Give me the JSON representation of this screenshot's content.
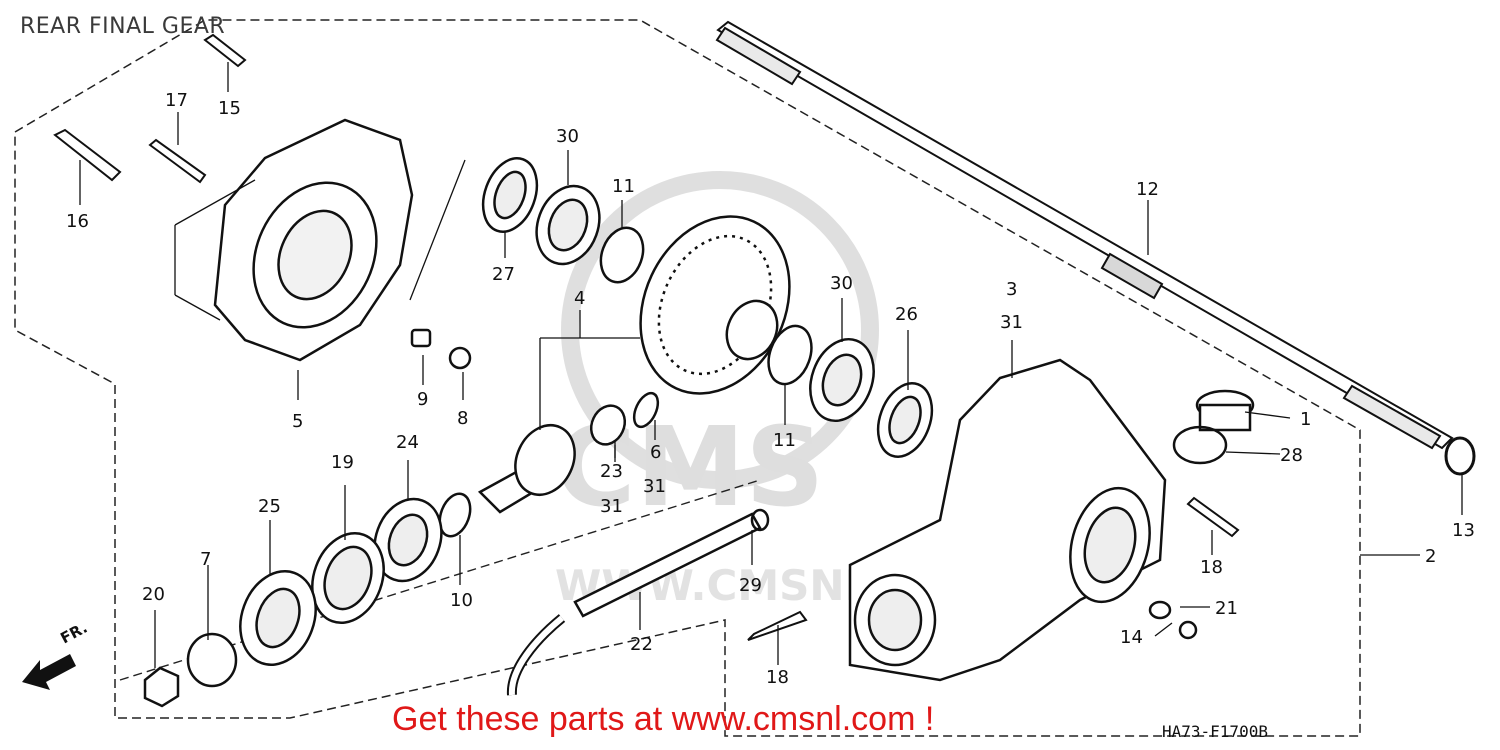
{
  "title": "REAR FINAL GEAR",
  "cta": "Get these parts at www.cmsnl.com !",
  "diagram_code": "HA73-F1700B",
  "direction_label": "FR.",
  "watermark": {
    "brand": "CMS",
    "url": "WWW.CMSNL.COM"
  },
  "colors": {
    "callout_text": "#111111",
    "cta": "#e01818",
    "watermark": "#d9d9d9"
  },
  "callouts": [
    {
      "label": "1"
    },
    {
      "label": "2"
    },
    {
      "label": "3"
    },
    {
      "label": "31"
    },
    {
      "label": "4"
    },
    {
      "label": "5"
    },
    {
      "label": "6"
    },
    {
      "label": "31"
    },
    {
      "label": "7"
    },
    {
      "label": "8"
    },
    {
      "label": "9"
    },
    {
      "label": "10"
    },
    {
      "label": "11"
    },
    {
      "label": "11"
    },
    {
      "label": "12"
    },
    {
      "label": "13"
    },
    {
      "label": "14"
    },
    {
      "label": "15"
    },
    {
      "label": "16"
    },
    {
      "label": "17"
    },
    {
      "label": "18"
    },
    {
      "label": "18"
    },
    {
      "label": "19"
    },
    {
      "label": "20"
    },
    {
      "label": "21"
    },
    {
      "label": "22"
    },
    {
      "label": "23"
    },
    {
      "label": "31"
    },
    {
      "label": "24"
    },
    {
      "label": "25"
    },
    {
      "label": "26"
    },
    {
      "label": "27"
    },
    {
      "label": "28"
    },
    {
      "label": "29"
    },
    {
      "label": "30"
    },
    {
      "label": "30"
    }
  ]
}
